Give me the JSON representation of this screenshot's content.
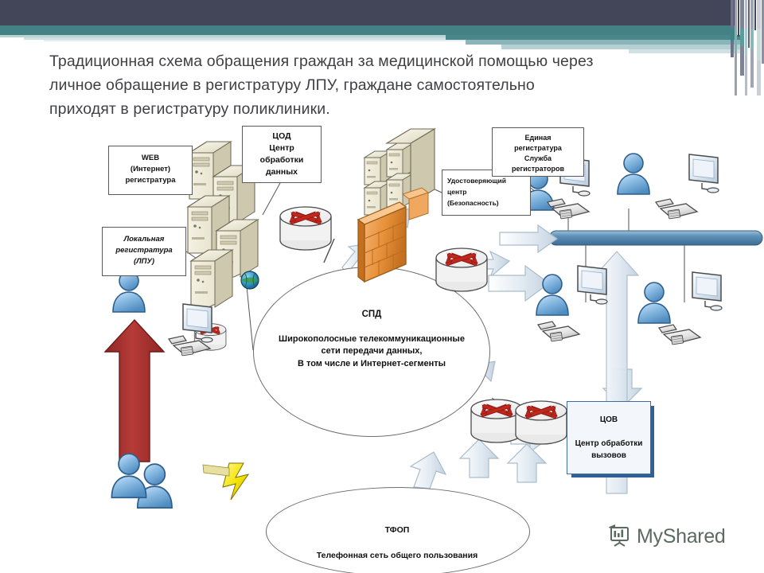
{
  "slide": {
    "title": "Традиционная схема обращения граждан за медицинской помощью через\nличное обращение в регистратуру ЛПУ,  граждане самостоятельно\nприходят в регистратуру поликлиники.",
    "accent_dark": "#434558",
    "accent_teal": "#438184",
    "accent_light": "#b9d3d4",
    "background": "#ffffff"
  },
  "diagram": {
    "type": "network-topology",
    "labels": {
      "web": "WEB\n(Интернет)\nрегистратура",
      "cod": "ЦОД\nЦентр\nобработки\nданных",
      "local": "Локальная\nрегистратура\n(ЛПУ)",
      "ca": "Удостоверяющий\nцентр\n(Безопасность)",
      "edinaya": "Единая\nрегистратура\nСлужба\nрегистраторов"
    },
    "spd": {
      "acronym": "СПД",
      "description": "Широкополосные телекоммуникационные\nсети передачи данных,\nВ том числе и Интернет-сегменты"
    },
    "tfop": {
      "acronym": "ТФОП",
      "description": "Телефонная сеть общего пользования"
    },
    "cov": {
      "acronym": "ЦОВ",
      "description": "Центр обработки\nвызовов",
      "fill": "#f3f7fb",
      "shadow": "#2f6096"
    },
    "nodes": [
      {
        "name": "server-stack-cod",
        "kind": "server-rack",
        "count": 5
      },
      {
        "name": "server-stack-ca",
        "kind": "server-rack",
        "count": 4
      },
      {
        "name": "firewall",
        "kind": "brick-wall",
        "color": "#e8923c"
      },
      {
        "name": "router-cod",
        "kind": "router",
        "color": "#c0281e"
      },
      {
        "name": "router-spd",
        "kind": "router",
        "color": "#c0281e"
      },
      {
        "name": "router-local",
        "kind": "router",
        "color": "#c0281e"
      },
      {
        "name": "router-cov-left",
        "kind": "router",
        "color": "#c0281e"
      },
      {
        "name": "router-cov-right",
        "kind": "router",
        "color": "#c0281e"
      },
      {
        "name": "globe",
        "kind": "globe",
        "color": "#2f7f3f"
      },
      {
        "name": "lightning-link",
        "kind": "lightning",
        "color": "#f2e000"
      }
    ],
    "operators": [
      {
        "name": "operator-top-left"
      },
      {
        "name": "operator-top-right"
      },
      {
        "name": "operator-bottom-left"
      },
      {
        "name": "operator-bottom-right"
      }
    ],
    "citizens": [
      {
        "name": "citizen-front"
      },
      {
        "name": "citizen-back"
      }
    ],
    "arrows": {
      "citizen_to_registry": {
        "name": "red-arrow-up",
        "color": "#aa3230"
      },
      "bus_color": "#4d7fa8"
    }
  },
  "watermark": {
    "text": "MyShared",
    "icon": "presentation-board-icon",
    "color": "#5b6b5f"
  }
}
